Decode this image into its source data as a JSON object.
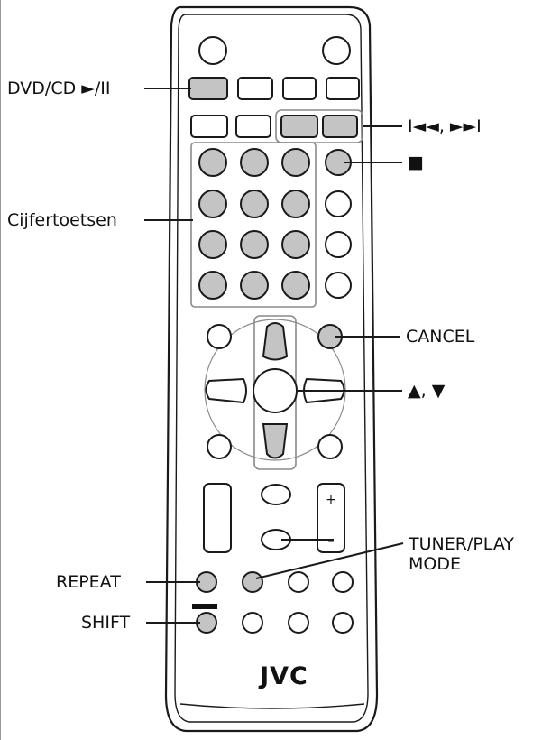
{
  "labels": {
    "dvd_cd": "DVD/CD ►/II",
    "skip": "I◄◄, ►►I",
    "stop": "■",
    "cijfertoetsen": "Cijfertoetsen",
    "cancel": "CANCEL",
    "updown": "▲, ▼",
    "tuner_play_mode_line1": "TUNER/PLAY",
    "tuner_play_mode_line2": "MODE",
    "repeat": "REPEAT",
    "shift": "SHIFT",
    "volume_plus": "+",
    "volume_minus": "–"
  },
  "brand": "JVC",
  "colors": {
    "outline": "#1a1a1a",
    "highlight": "#c4c4c4",
    "panel_stroke": "#8a8a8a",
    "background": "#ffffff"
  }
}
